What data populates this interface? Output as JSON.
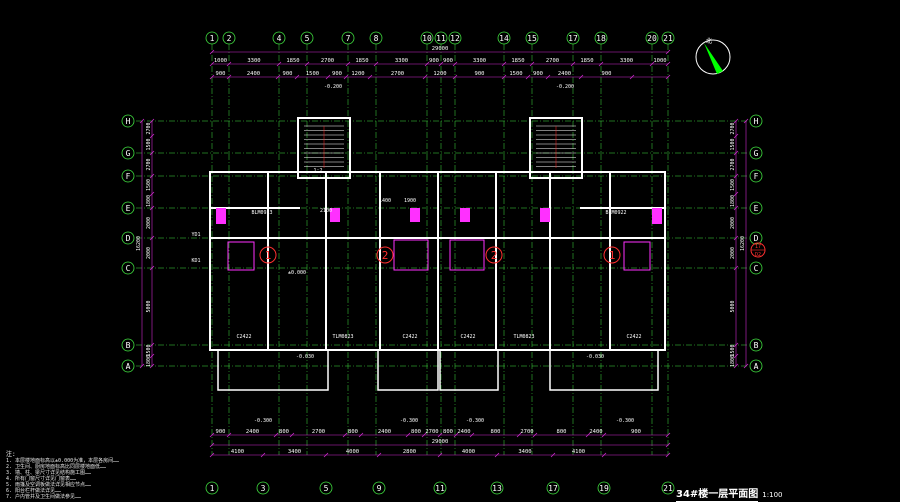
{
  "drawing": {
    "title": "34#楼一层平面图",
    "scale": "1:100",
    "north_label": "北"
  },
  "grid": {
    "top_axes": [
      "1",
      "2",
      "4",
      "5",
      "7",
      "8",
      "10",
      "11",
      "12",
      "14",
      "15",
      "17",
      "18",
      "20",
      "21"
    ],
    "bottom_axes": [
      "1",
      "3",
      "5",
      "9",
      "11",
      "13",
      "17",
      "19",
      "21"
    ],
    "left_axes": [
      "H",
      "G",
      "F",
      "E",
      "D",
      "C",
      "B",
      "A"
    ],
    "right_axes": [
      "H",
      "G",
      "F",
      "E",
      "D",
      "C",
      "B",
      "A"
    ]
  },
  "dimensions": {
    "top_overall": "29000",
    "top_bays": [
      "1000",
      "3300",
      "1850",
      "2700",
      "1850",
      "3300",
      "900",
      "900",
      "3300",
      "1850",
      "2700",
      "1850",
      "3300",
      "1000"
    ],
    "top_openings": [
      "900",
      "2400",
      "900",
      "1500",
      "900",
      "1200",
      "2700",
      "1200",
      "900",
      "1500",
      "900",
      "2400",
      "900"
    ],
    "bottom_overall": "29000",
    "bottom_bays": [
      "4100",
      "3400",
      "4000",
      "2800",
      "4000",
      "3400",
      "4100"
    ],
    "bottom_openings": [
      "900",
      "2400",
      "800",
      "2700",
      "800",
      "2400",
      "800",
      "2700",
      "800",
      "2400",
      "800",
      "2700",
      "800",
      "2400",
      "900"
    ],
    "left_side": [
      "2700",
      "1500",
      "2700",
      "1500",
      "1800",
      "2000",
      "2000",
      "5000",
      "1500",
      "1800"
    ],
    "right_side": [
      "2700",
      "1500",
      "2700",
      "1500",
      "1800",
      "2000",
      "2000",
      "5000",
      "1500",
      "1800"
    ],
    "left_total": "16200",
    "right_total": "16200"
  },
  "labels": {
    "unit_marks": [
      "1",
      "2",
      "2",
      "1"
    ],
    "windows": [
      "C2422",
      "TLM0823",
      "C2422",
      "C2422",
      "TLM0823",
      "C2422"
    ],
    "elevations": [
      "±0.000",
      "-0.030",
      "-0.030",
      "-0.300",
      "-0.300",
      "-0.300",
      "-0.300",
      "-0.200",
      "-0.200"
    ],
    "rooms": [
      "1:2",
      "BLM0923",
      "BLM0922",
      "2100",
      "1400",
      "1900",
      "YD1",
      "KD1"
    ],
    "callout_right": [
      "17",
      "D2"
    ]
  },
  "notes": {
    "heading": "注:",
    "lines": [
      "1. 本层楼地面标高以±0.000为准，本层各房间……",
      "2. 卫生间、厨房地面标高比同层楼地面低……",
      "3. 墙、柱、梁尺寸详见结构施工图……",
      "4. 所有门窗尺寸详见门窗表……",
      "5. 雨篷及空调板做法详见相应节点……",
      "6. 阳台栏杆做法详见……",
      "7. 户内管井及卫生间做法参见……"
    ]
  },
  "colors": {
    "background": "#000000",
    "wall": "#ffffff",
    "dimension": "#d02ad0",
    "grid": "#40e040",
    "axis_text": "#ffffff",
    "fixture": "#ff30ff",
    "text": "#ffff60",
    "aux": "#30e0e0",
    "red": "#ff2020",
    "north": "#00ff00"
  }
}
